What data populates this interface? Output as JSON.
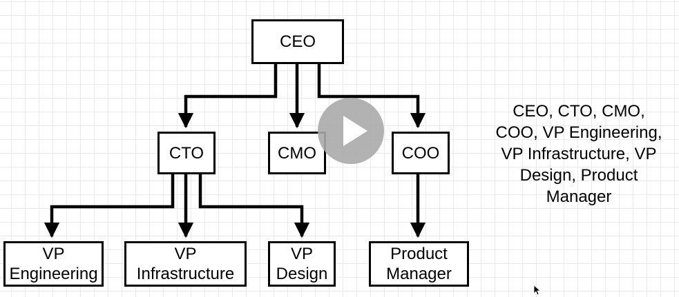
{
  "nodes": {
    "ceo": {
      "label": "CEO"
    },
    "cto": {
      "label": "CTO"
    },
    "cmo": {
      "label": "CMO"
    },
    "coo": {
      "label": "COO"
    },
    "vp_engineering": {
      "line1": "VP",
      "line2": "Engineering"
    },
    "vp_infrastructure": {
      "line1": "VP",
      "line2": "Infrastructure"
    },
    "vp_design": {
      "line1": "VP",
      "line2": "Design"
    },
    "product_manager": {
      "line1": "Product",
      "line2": "Manager"
    }
  },
  "side_note": "CEO, CTO, CMO,\nCOO, VP Engineering,\nVP Infrastructure, VP\nDesign, Product\nManager",
  "edges": [
    {
      "from": "CEO",
      "to": "CTO"
    },
    {
      "from": "CEO",
      "to": "CMO"
    },
    {
      "from": "CEO",
      "to": "COO"
    },
    {
      "from": "CTO",
      "to": "VP Engineering"
    },
    {
      "from": "CTO",
      "to": "VP Infrastructure"
    },
    {
      "from": "CTO",
      "to": "VP Design"
    },
    {
      "from": "COO",
      "to": "Product Manager"
    }
  ],
  "video_overlay": {
    "icon": "play-icon",
    "color": "#aaaaaa"
  },
  "colors": {
    "line": "#000000",
    "grid": "#e9e9e9",
    "background": "#ffffff"
  }
}
